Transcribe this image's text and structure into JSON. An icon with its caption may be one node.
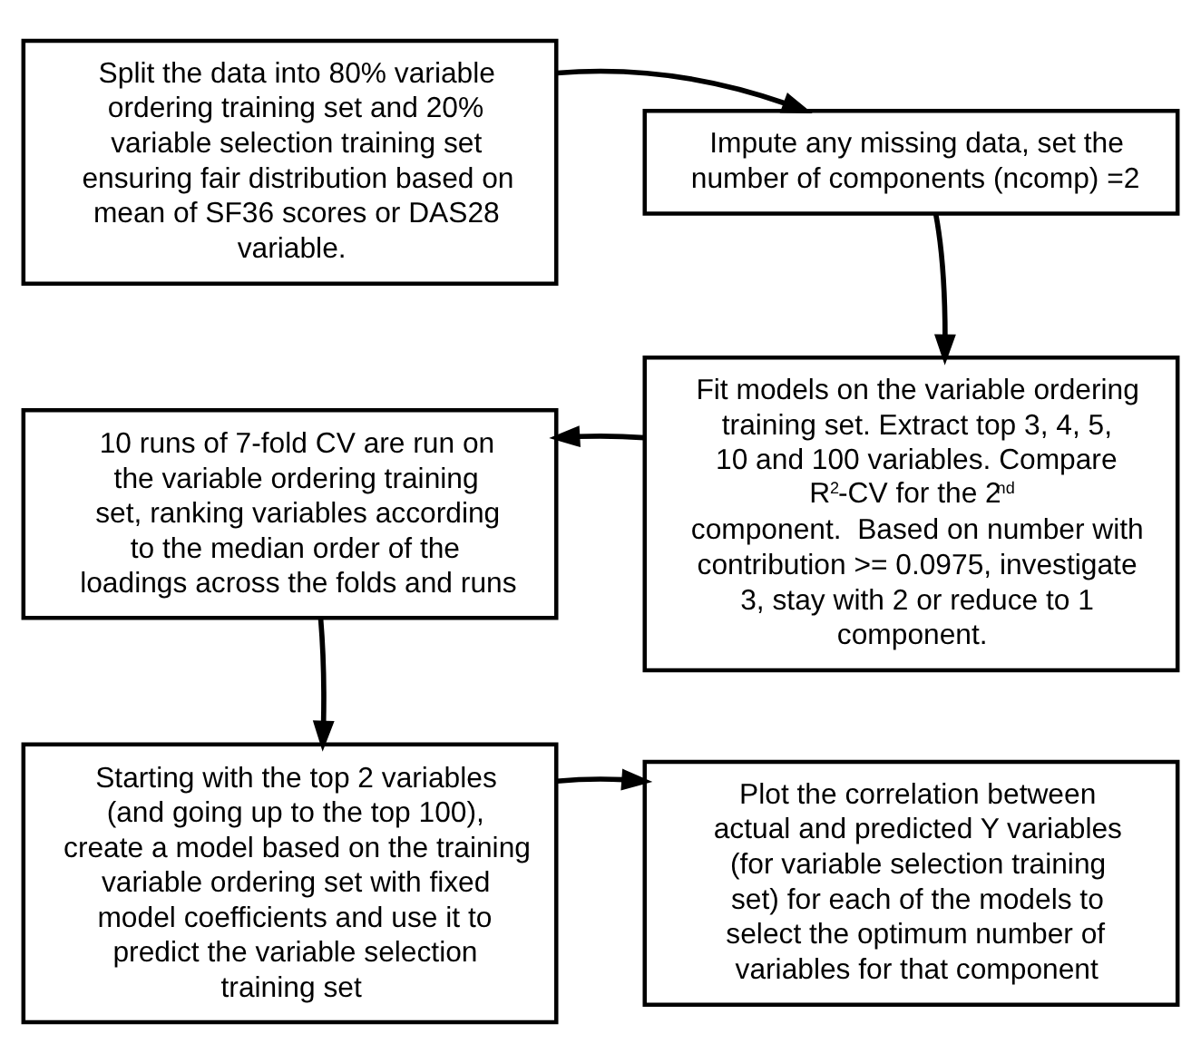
{
  "diagram": {
    "nodes": [
      {
        "text": [
          "Split the data into 80% variable ordering training set and 20% variable selection training set ensuring fair distribution based on mean of SF36 scores or DAS28 variable."
        ]
      },
      {
        "text": [
          "Impute any missing data, set the number of components (ncomp) =2"
        ]
      },
      {
        "text": [
          "Fit models on the variable ordering training set. Extract top 3, 4, 5, 10 and 100 variables. Compare R$^{2}$-CV for the 2$^{nd}$ component.  Based on number with contribution >= 0.0975, investigate 3, stay with 2 or reduce to 1 component."
        ]
      },
      {
        "text": [
          "10 runs of 7-fold CV are run on the variable ordering training set, ranking variables according to the median order of the loadings across the folds and runs"
        ]
      },
      {
        "text": [
          "Starting with the top 2 variables (and going up to the top 100), create a model based on the training variable ordering set with fixed model coefficients and use it to predict the variable selection training set"
        ]
      },
      {
        "text": [
          "Plot the correlation between actual and predicted Y variables (for variable selection training set) for each of the models to select the optimum number of variables for that component"
        ]
      }
    ],
    "edges": [
      {
        "from": 0,
        "to": 1,
        "arrow": "to"
      },
      {
        "from": 1,
        "to": 2,
        "arrow": "to"
      },
      {
        "from": 2,
        "to": 3,
        "arrow": "to"
      },
      {
        "from": 3,
        "to": 4,
        "arrow": "to"
      },
      {
        "from": 4,
        "to": 5,
        "arrow": "to"
      }
    ]
  }
}
